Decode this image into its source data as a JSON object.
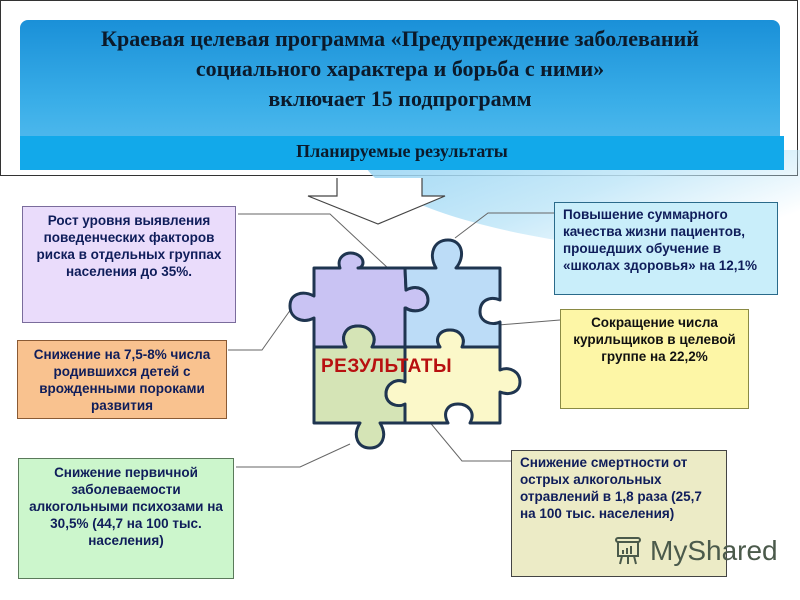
{
  "header": {
    "title_line1": "Краевая целевая программа «Предупреждение заболеваний",
    "title_line2": "социального характера и борьба с ними»",
    "title_line3": "включает 15  подпрограмм",
    "subtitle": "Планируемые результаты"
  },
  "center": {
    "label": "РЕЗУЛЬТАТЫ",
    "puzzle_colors": {
      "purple": "#c9c3f3",
      "blue": "#bcdcf7",
      "green": "#d5e4b6",
      "yellow": "#fbf8c9"
    }
  },
  "results": [
    {
      "id": "risk-factors",
      "text": "Рост уровня выявления поведенческих факторов риска в отдельных группах населения до 35%.",
      "color": "#eadcfb"
    },
    {
      "id": "birth-defects",
      "text": "Снижение на 7,5-8% числа родившихся детей с врожденными пороками развития",
      "color": "#f9c28f"
    },
    {
      "id": "alcohol-psychoses",
      "text": "Снижение первичной заболеваемости алкогольными психозами на  30,5% (44,7  на 100 тыс. населения)",
      "color": "#ccf6cc"
    },
    {
      "id": "quality-of-life",
      "text": "Повышение суммарного качества жизни пациентов, прошедших обучение в «школах здоровья» на 12,1%",
      "color": "#c9eefa"
    },
    {
      "id": "smokers",
      "text": "Сокращение числа курильщиков в целевой группе на 22,2%",
      "color": "#fdf6a6"
    },
    {
      "id": "alcohol-mortality",
      "text": "Снижение смертности от острых алкогольных отравлений в 1,8 раза (25,7  на 100 тыс. населения)",
      "color": "#ecebc6"
    }
  ],
  "watermark": {
    "text": "MyShared"
  }
}
